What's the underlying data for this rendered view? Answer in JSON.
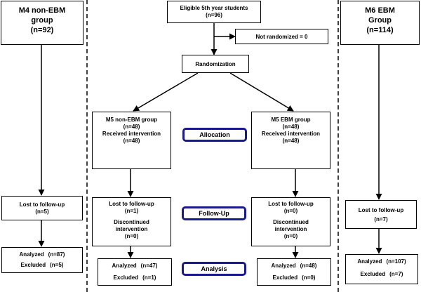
{
  "left_group": {
    "title_line1": "M4 non-EBM",
    "title_line2": "group",
    "n": "(n=92)",
    "lost_label": "Lost to follow-up",
    "lost_n": "(n=5)",
    "analyzed_label": "Analyzed",
    "analyzed_n": "(n=87)",
    "excluded_label": "Excluded",
    "excluded_n": "(n=5)"
  },
  "right_group": {
    "title_line1": "M6 EBM",
    "title_line2": "Group",
    "n": "(n=114)",
    "lost_label": "Lost to follow-up",
    "lost_n": "(n=7)",
    "analyzed_label": "Analyzed",
    "analyzed_n": "(n=107)",
    "excluded_label": "Excluded",
    "excluded_n": "(n=7)"
  },
  "eligible": {
    "line1": "Eligible 5th year students",
    "n": "(n=96)"
  },
  "not_randomized": "Not randomized = 0",
  "randomization": "Randomization",
  "m5_non_ebm": {
    "title": "M5 non-EBM group",
    "n": "(n=48)",
    "received": "Received intervention",
    "received_n": "(n=48)",
    "lost_label": "Lost to follow-up",
    "lost_n": "(n=1)",
    "discontinued_line1": "Discontinued",
    "discontinued_line2": "intervention",
    "discontinued_n": "(n=0)",
    "analyzed_label": "Analyzed",
    "analyzed_n": "(n=47)",
    "excluded_label": "Excluded",
    "excluded_n": "(n=1)"
  },
  "m5_ebm": {
    "title": "M5 EBM group",
    "n": "(n=48)",
    "received": "Received intervention",
    "received_n": "(n=48)",
    "lost_label": "Lost to follow-up",
    "lost_n": "(n=0)",
    "discontinued_line1": "Discontinued",
    "discontinued_line2": "intervention",
    "discontinued_n": "(n=0)",
    "analyzed_label": "Analyzed",
    "analyzed_n": "(n=48)",
    "excluded_label": "Excluded",
    "excluded_n": "(n=0)"
  },
  "stages": {
    "allocation": "Allocation",
    "follow_up": "Follow-Up",
    "analysis": "Analysis"
  },
  "colors": {
    "stage_border": "#1a1a8c",
    "line": "#000000"
  }
}
